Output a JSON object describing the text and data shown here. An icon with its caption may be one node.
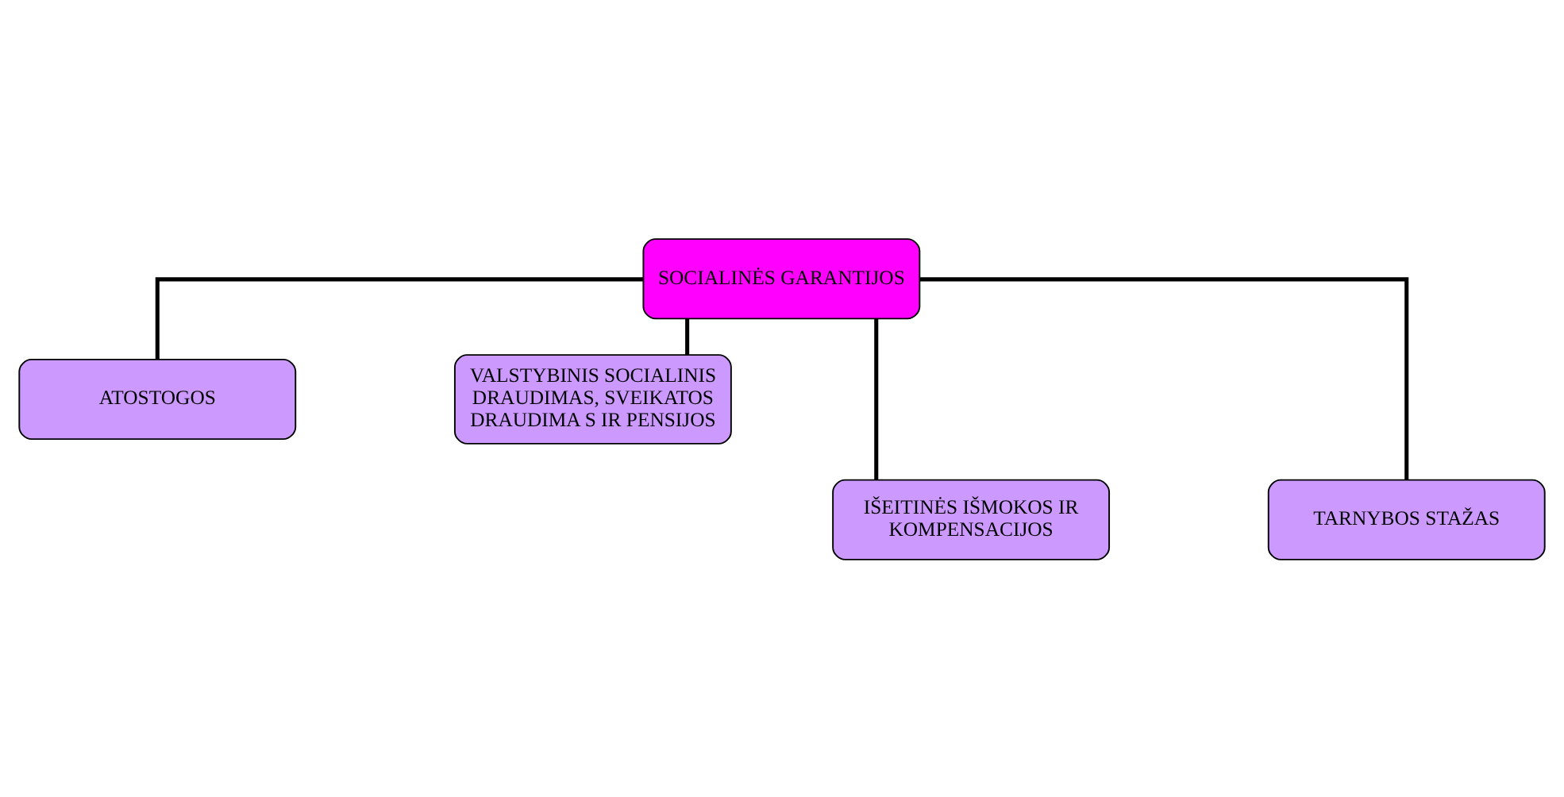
{
  "diagram": {
    "nodes": [
      {
        "text": [
          "SOCIALINĖS GARANTIJOS"
        ]
      },
      {
        "text": [
          "ATOSTOGOS"
        ]
      },
      {
        "text": [
          "VALSTYBINIS SOCIALINIS DRAUDIMAS, SVEIKATOS DRAUDIMA S IR PENSIJOS"
        ]
      },
      {
        "text": [
          "IŠEITINĖS IŠMOKOS IR KOMPENSACIJOS"
        ]
      },
      {
        "text": [
          "TARNYBOS STAŽAS"
        ]
      }
    ],
    "edges": [
      {
        "from": 0,
        "to": 1,
        "arrow": "none"
      },
      {
        "from": 0,
        "to": 2,
        "arrow": "none"
      },
      {
        "from": 0,
        "to": 3,
        "arrow": "none"
      },
      {
        "from": 0,
        "to": 4,
        "arrow": "none"
      }
    ]
  }
}
